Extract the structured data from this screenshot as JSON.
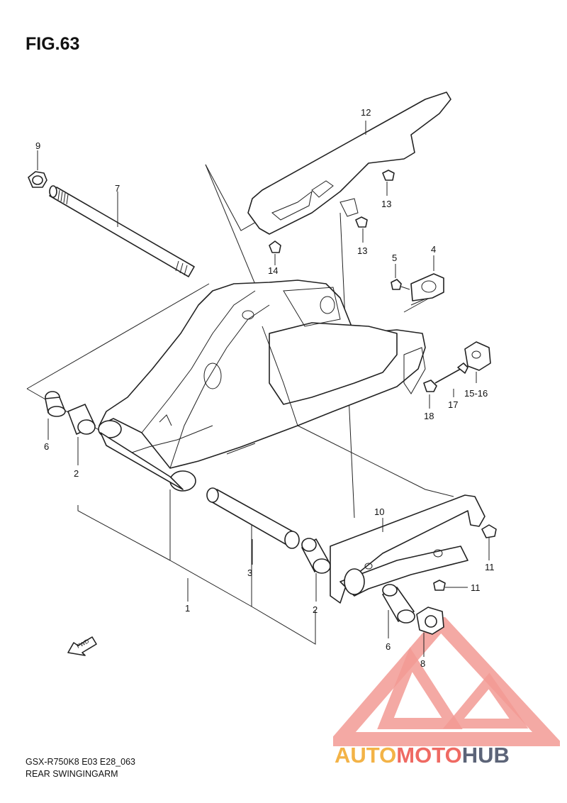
{
  "figure": {
    "title": "FIG.63"
  },
  "callouts": {
    "c1": "1",
    "c2a": "2",
    "c2b": "2",
    "c3": "3",
    "c4": "4",
    "c5": "5",
    "c6a": "6",
    "c6b": "6",
    "c7": "7",
    "c8": "8",
    "c9": "9",
    "c10": "10",
    "c11a": "11",
    "c11b": "11",
    "c12": "12",
    "c13a": "13",
    "c13b": "13",
    "c14": "14",
    "c15_16": "15-16",
    "c17": "17",
    "c18": "18"
  },
  "fwd_label": "FWD",
  "footer": {
    "model": "GSX-R750K8 E03 E28_063",
    "section": "REAR SWINGINGARM"
  },
  "watermark": {
    "part1": "AUTO",
    "part2": "MOTO",
    "part3": "HUB",
    "accent": "#ef6a63",
    "accent2": "#f3b347",
    "dark": "#5c6478"
  }
}
